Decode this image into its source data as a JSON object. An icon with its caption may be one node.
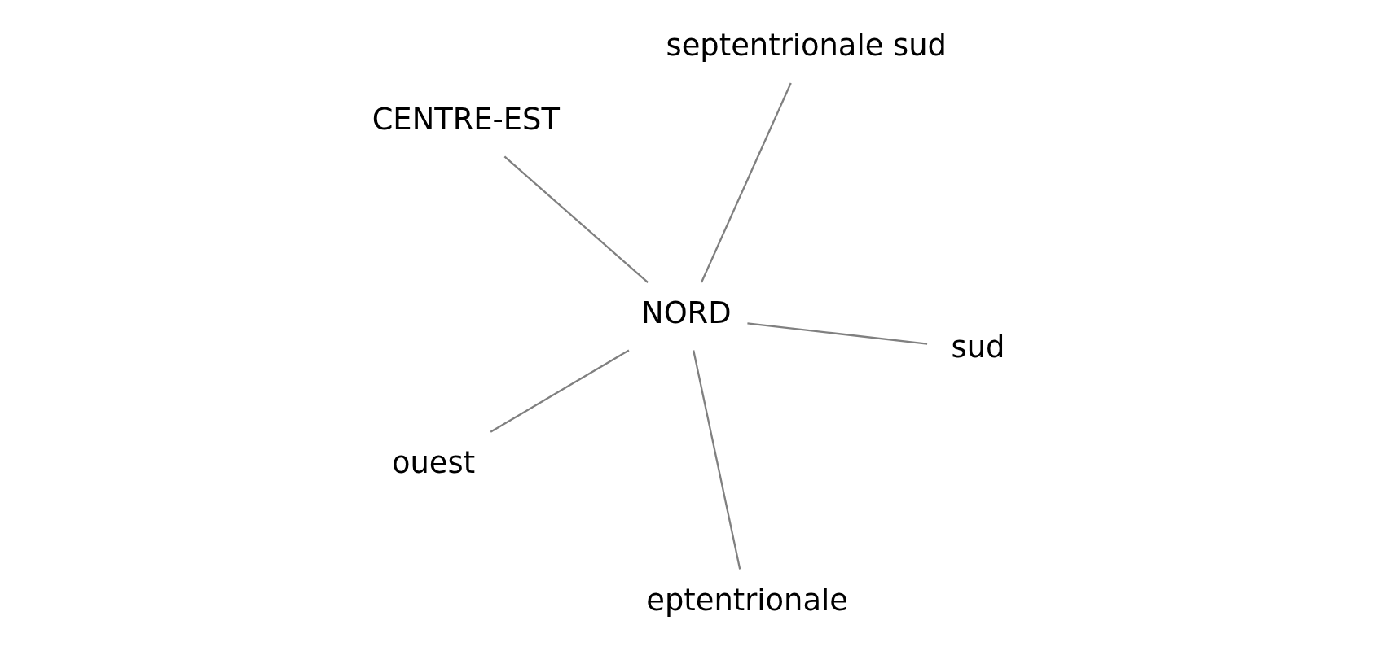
{
  "diagram": {
    "nodes": [
      {
        "text": [
          "CENTRE-EST"
        ]
      },
      {
        "text": [
          "sud"
        ]
      },
      {
        "text": [
          "eptentrionale"
        ]
      },
      {
        "text": [
          "NORD"
        ]
      },
      {
        "text": [
          "septentrionale sud"
        ]
      },
      {
        "text": [
          "ouest"
        ]
      }
    ],
    "edges": [
      {
        "from": 3,
        "to": 0,
        "arrow": "none"
      },
      {
        "from": 3,
        "to": 1,
        "arrow": "none"
      },
      {
        "from": 3,
        "to": 2,
        "arrow": "none"
      },
      {
        "from": 3,
        "to": 4,
        "arrow": "none"
      },
      {
        "from": 3,
        "to": 5,
        "arrow": "none"
      }
    ]
  }
}
